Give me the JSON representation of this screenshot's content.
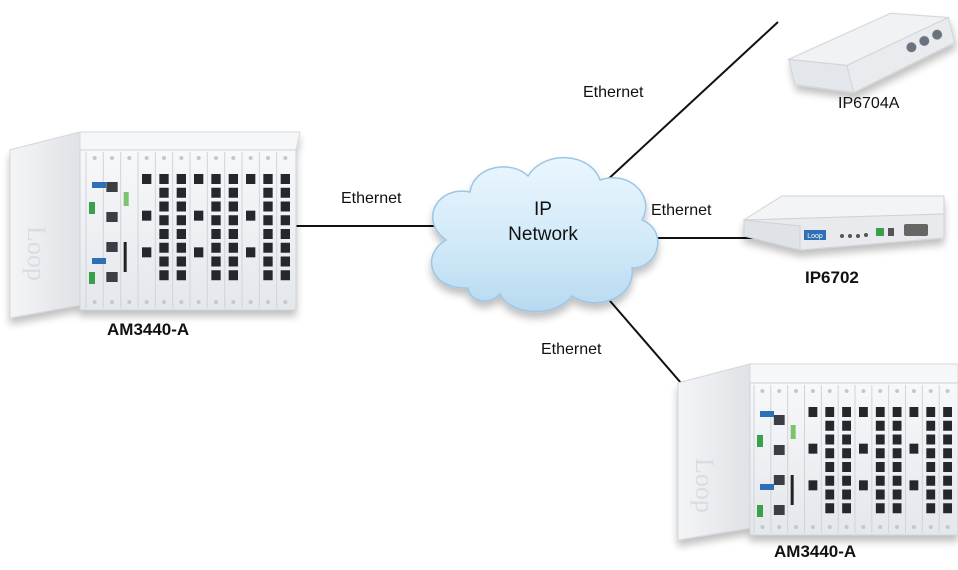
{
  "cloud": {
    "line1": "IP",
    "line2": "Network"
  },
  "links": {
    "left": "Ethernet",
    "top_right": "Ethernet",
    "middle_right": "Ethernet",
    "bottom_right": "Ethernet"
  },
  "devices": {
    "left": {
      "name": "AM3440-A",
      "logo": "Loop"
    },
    "top_right": {
      "name": "IP6704A"
    },
    "middle_right": {
      "name": "IP6702",
      "logo": "Loop"
    },
    "bottom_right": {
      "name": "AM3440-A",
      "logo": "Loop"
    }
  },
  "colors": {
    "cloud_fill": "#cfe8f7",
    "cloud_edge": "#9cc6e6",
    "line": "#111111",
    "chassis": "#eceef1",
    "logo_blue": "#2e6fb6"
  }
}
